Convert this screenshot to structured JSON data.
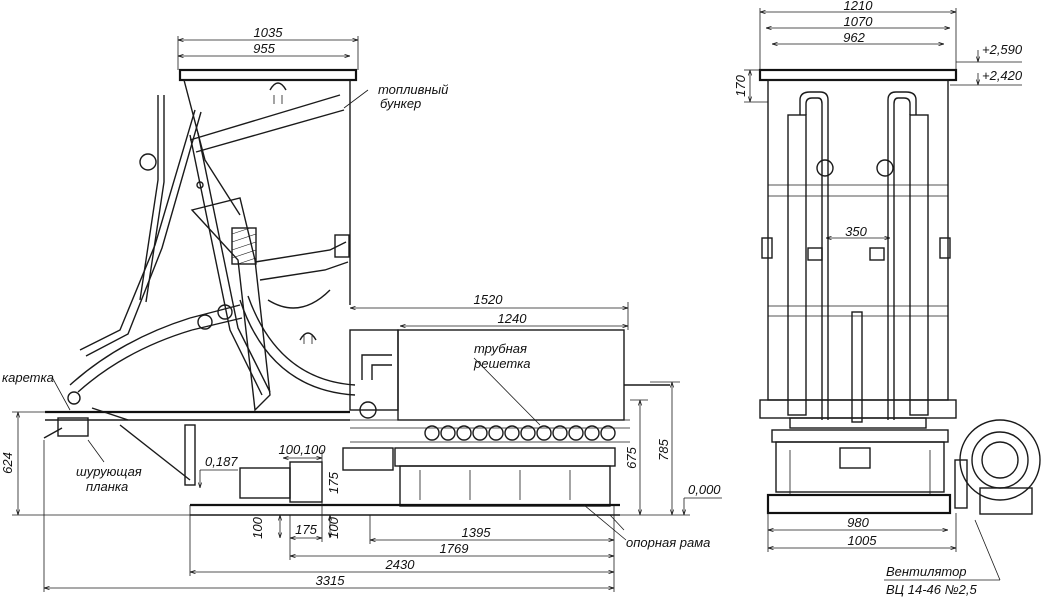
{
  "side_view": {
    "dims": {
      "d1035": "1035",
      "d955": "955",
      "d1520": "1520",
      "d1240": "1240",
      "d100a": "100",
      "d100b": "100",
      "d0187": "0,187",
      "d624": "624",
      "d100c": "100",
      "d175a": "175",
      "d175b": "175",
      "d100d": "100",
      "d675": "675",
      "d785": "785",
      "d0000": "0,000",
      "d1395": "1395",
      "d1769": "1769",
      "d2430": "2430",
      "d3315": "3315"
    },
    "labels": {
      "bunker_1": "топливный",
      "bunker_2": "бункер",
      "grate_1": "трубная",
      "grate_2": "решетка",
      "carriage": "каретка",
      "poker_1": "шурующая",
      "poker_2": "планка",
      "frame": "опорная рама"
    }
  },
  "front_view": {
    "dims": {
      "d1210": "1210",
      "d1070": "1070",
      "d962": "962",
      "d170": "170",
      "d2590": "+2,590",
      "d2420": "+2,420",
      "d350": "350",
      "d980": "980",
      "d1005": "1005"
    },
    "labels": {
      "fan_1": "Вентилятор",
      "fan_2": "ВЦ 14-46 №2,5"
    }
  }
}
